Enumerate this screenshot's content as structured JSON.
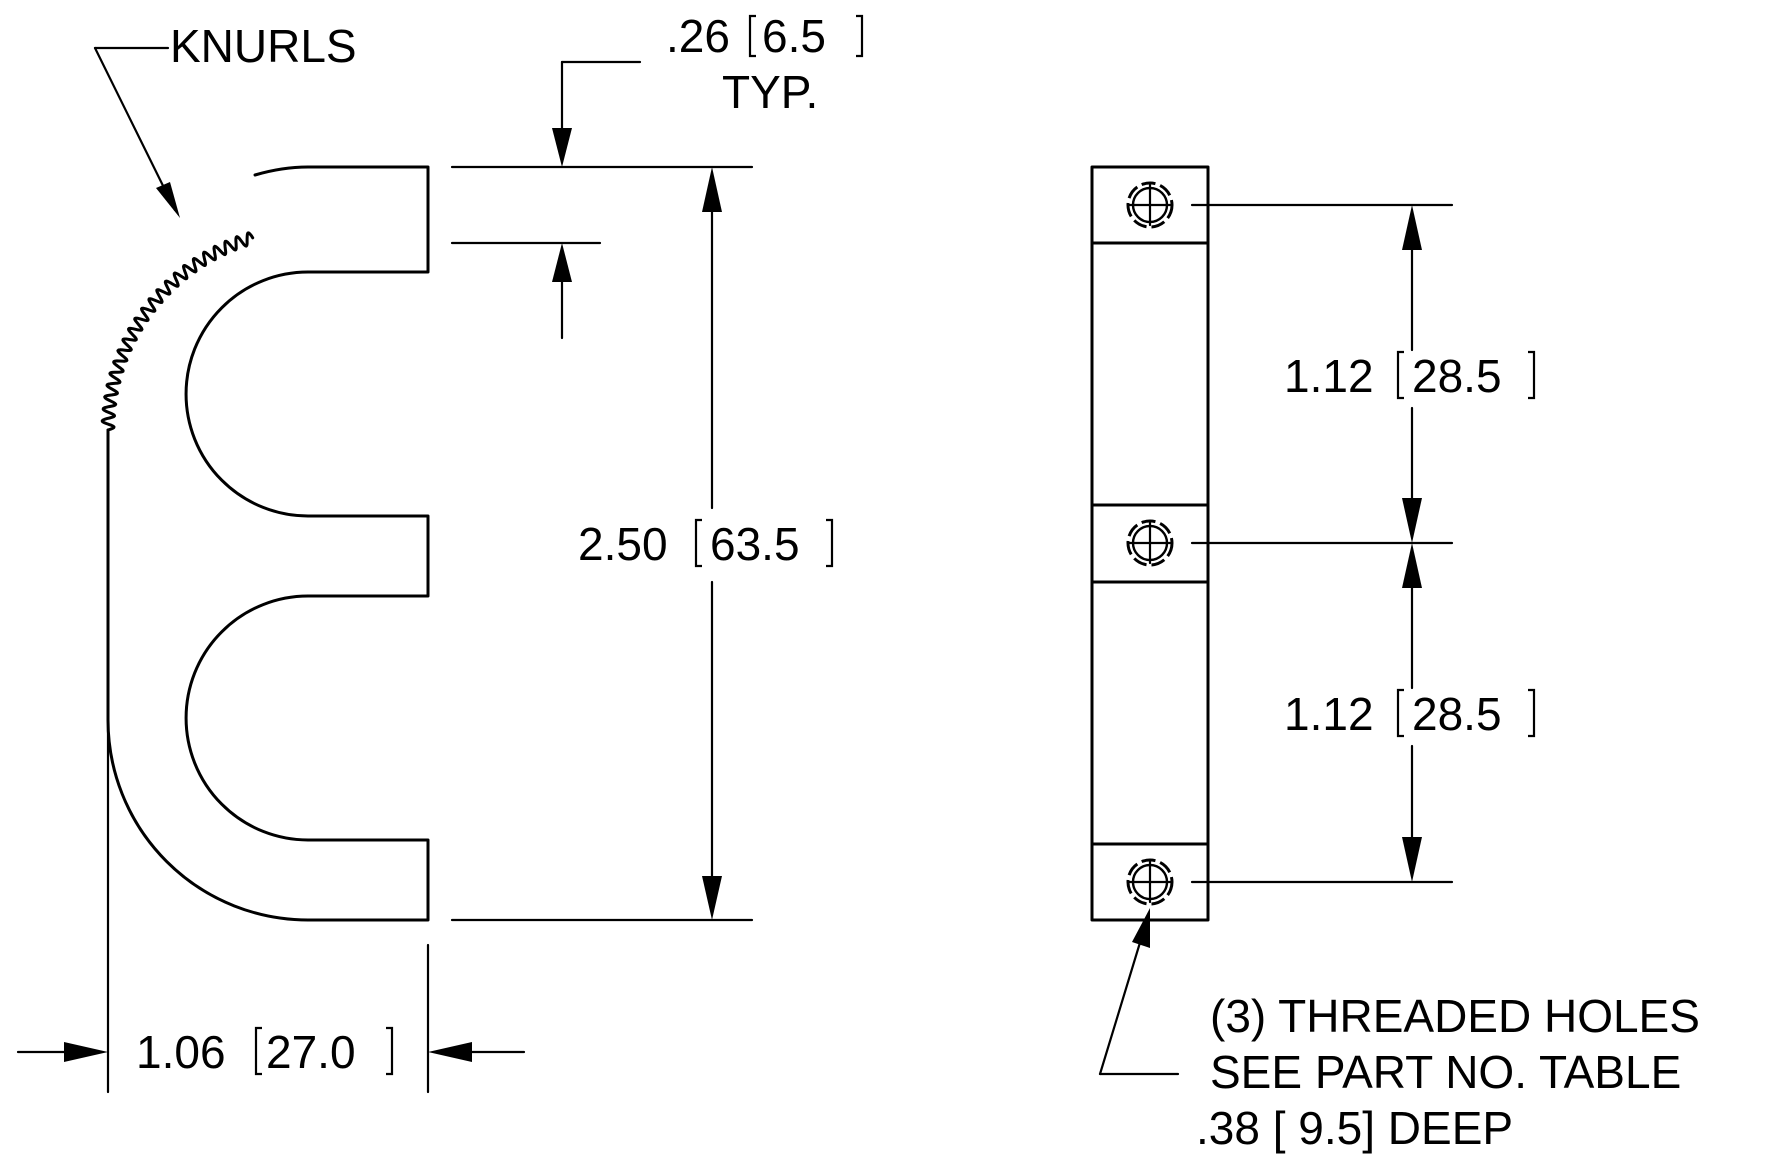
{
  "drawing": {
    "knurls_label": "KNURLS",
    "typ_dim": {
      "inch": ".26",
      "mm": "6.5",
      "note": "TYP."
    },
    "height_dim": {
      "inch": "2.50",
      "mm": "63.5"
    },
    "width_dim": {
      "inch": "1.06",
      "mm": "27.0"
    },
    "spacing_dim_upper": {
      "inch": "1.12",
      "mm": "28.5"
    },
    "spacing_dim_lower": {
      "inch": "1.12",
      "mm": "28.5"
    },
    "holes_note": {
      "line1": "(3) THREADED HOLES",
      "line2": "SEE PART NO. TABLE",
      "line3": ".38 [ 9.5] DEEP"
    }
  }
}
